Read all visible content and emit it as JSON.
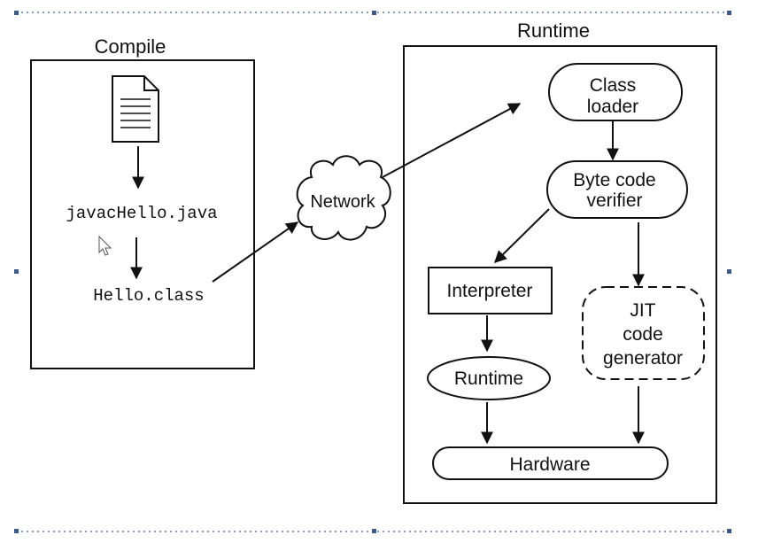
{
  "sections": {
    "compile_title": "Compile",
    "runtime_title": "Runtime"
  },
  "compile": {
    "command": "javacHello.java",
    "output": "Hello.class"
  },
  "network_label": "Network",
  "runtime": {
    "class_loader": [
      "Class",
      "loader"
    ],
    "verifier": [
      "Byte code",
      "verifier"
    ],
    "interpreter": "Interpreter",
    "runtime_node": "Runtime",
    "jit": [
      "JIT",
      "code",
      "generator"
    ],
    "hardware": "Hardware"
  },
  "icons": {
    "source_file": "document-icon",
    "cursor": "mouse-pointer-icon"
  },
  "colors": {
    "line": "#111111",
    "frame_dots": "#5a7aa8",
    "background": "#ffffff"
  }
}
